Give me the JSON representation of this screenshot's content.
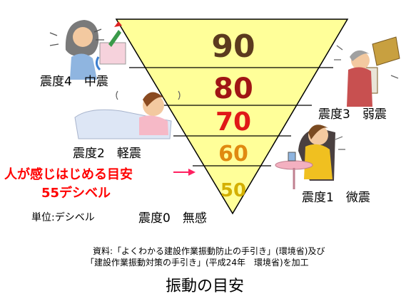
{
  "levels": [
    {
      "value": "90",
      "color": "#5b3a1e"
    },
    {
      "value": "80",
      "color": "#a01515"
    },
    {
      "value": "70",
      "color": "#e01818"
    },
    {
      "value": "60",
      "color": "#e08a10"
    },
    {
      "value": "50",
      "color": "#d4b000"
    }
  ],
  "intensity_labels": {
    "shindo4": "震度4　中震",
    "shindo3": "震度3　弱震",
    "shindo2": "震度2　軽震",
    "shindo1": "震度1　微震",
    "shindo0": "震度0　無感"
  },
  "threshold": {
    "line1": "人が感じはじめる目安",
    "line2": "55デシベル",
    "color": "#ff0000"
  },
  "unit_label": "単位:デシベル",
  "source": {
    "line1": "資料:「よくわかる建設作業振動防止の手引き」(環境省)及び",
    "line2": "「建設作業振動対策の手引き」(平成24年　環境省)を加工"
  },
  "caption": "振動の目安",
  "colors": {
    "triangle_fill": "#ffff99",
    "triangle_stroke": "#000000"
  }
}
